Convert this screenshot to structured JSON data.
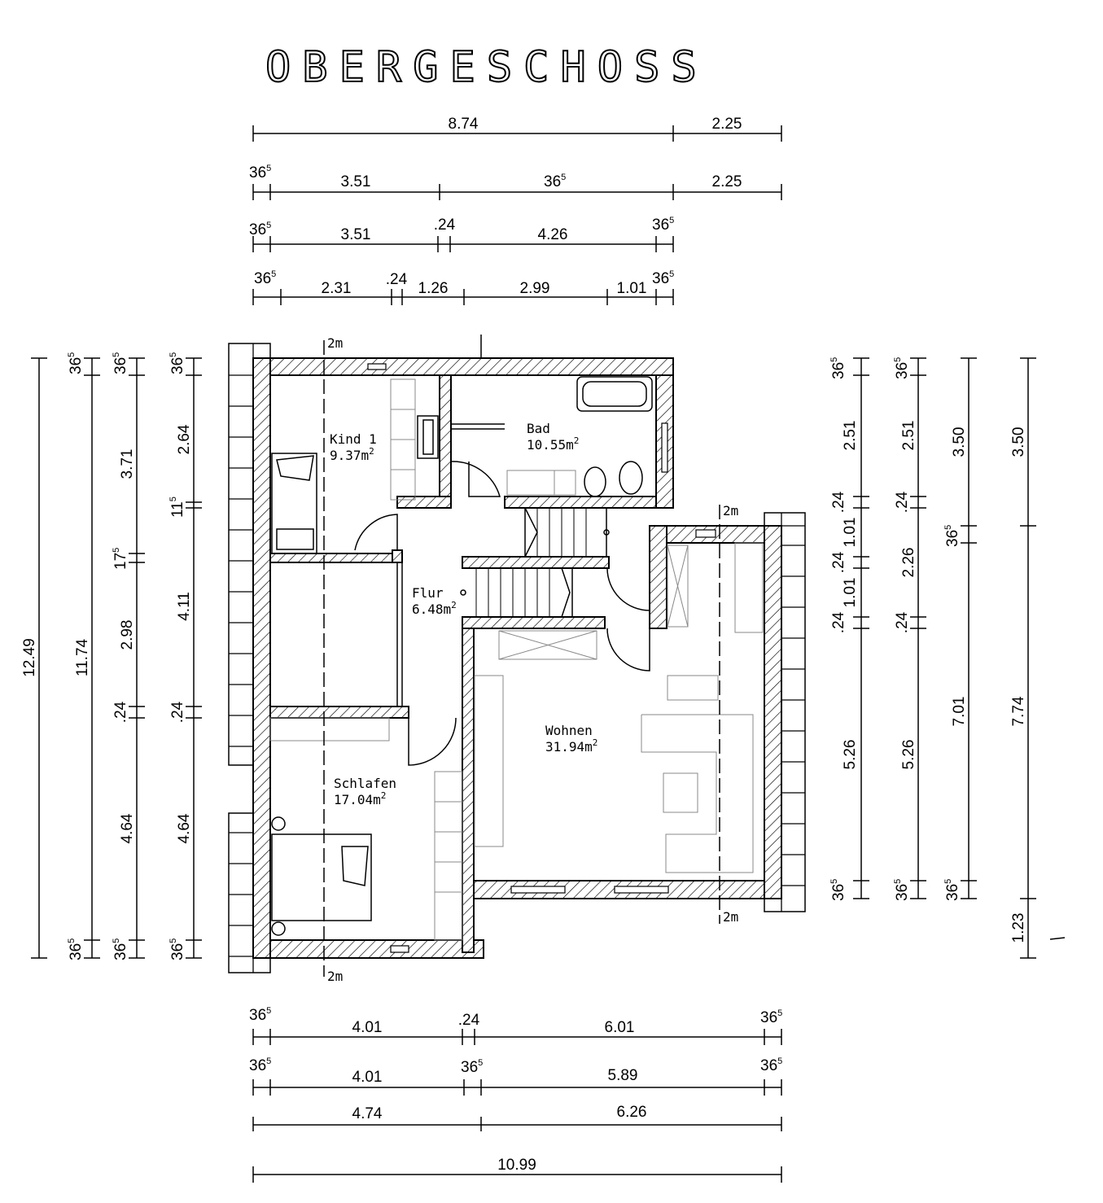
{
  "title": "OBERGESCHOSS",
  "rooms": [
    {
      "name": "Kind 1",
      "area": "9.37m",
      "unit_sup": "2"
    },
    {
      "name": "Bad",
      "area": "10.55m",
      "unit_sup": "2"
    },
    {
      "name": "Flur",
      "area": "6.48m",
      "unit_sup": "2"
    },
    {
      "name": "Wohnen",
      "area": "31.94m",
      "unit_sup": "2"
    },
    {
      "name": "Schlafen",
      "area": "17.04m",
      "unit_sup": "2"
    }
  ],
  "section_marker": "2m",
  "dims_top": {
    "r1": [
      "8.74",
      "2.25"
    ],
    "r2": [
      "36",
      "3.51",
      "36",
      "2.25"
    ],
    "r3": [
      "36",
      "3.51",
      ".24",
      "4.26",
      "36"
    ],
    "r4": [
      "36",
      "2.31",
      ".24",
      "1.26",
      "2.99",
      "1.01",
      "36"
    ],
    "sup": "5"
  },
  "dims_bottom": {
    "r1": [
      "36",
      "4.01",
      ".24",
      "6.01",
      "36"
    ],
    "r2": [
      "36",
      "4.01",
      "36",
      "5.89",
      "36"
    ],
    "r3": [
      "4.74",
      "6.26"
    ],
    "r4": [
      "10.99"
    ]
  },
  "dims_left": {
    "c1": [
      "12.49"
    ],
    "c2": [
      "36",
      "11.74",
      "36"
    ],
    "c3": [
      "36",
      "3.71",
      "17",
      "2.98",
      ".24",
      "4.64",
      "36"
    ],
    "c4": [
      "36",
      "2.64",
      "11",
      "4.11",
      ".24",
      "4.64",
      "36"
    ]
  },
  "dims_right": {
    "c1": [
      "36",
      "2.51",
      ".24",
      "1.01",
      ".24",
      "1.01",
      ".24",
      "5.26",
      "36"
    ],
    "c2": [
      "36",
      "2.51",
      ".24",
      "2.26",
      ".24",
      "5.26",
      "36"
    ],
    "c3": [
      "3.50",
      "36",
      "7.01",
      "36"
    ],
    "c4": [
      "3.50",
      "7.74",
      "1.23"
    ]
  }
}
